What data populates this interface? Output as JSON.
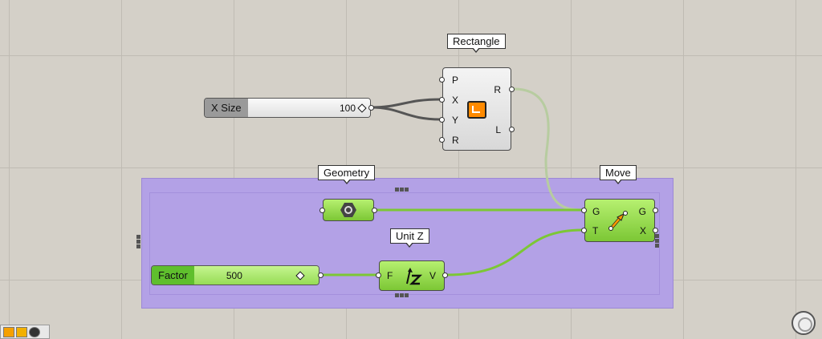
{
  "canvas": {
    "tooltips": {
      "rectangle": "Rectangle",
      "geometry": "Geometry",
      "unit_z": "Unit Z",
      "move": "Move"
    },
    "rectangle": {
      "inputs": [
        "P",
        "X",
        "Y",
        "R"
      ],
      "outputs": [
        "R",
        "L"
      ]
    },
    "x_size_slider": {
      "label": "X Size",
      "value": "100"
    },
    "factor_slider": {
      "label": "Factor",
      "value": "500"
    },
    "unit_z": {
      "input": "F",
      "output": "V"
    },
    "move": {
      "inputs": [
        "G",
        "T"
      ],
      "outputs": [
        "G",
        "X"
      ]
    },
    "colors": {
      "canvas": "#d4d0c8",
      "group": "#b3a1e6",
      "wire_active": "#7cc735",
      "wire_dark": "#555555",
      "wire_faded": "#b7cca0",
      "component_green": "#95dc50"
    }
  },
  "bottom_toolbar": {
    "icons": [
      "preview-icon",
      "wireframe-icon",
      "disabled-icon"
    ]
  }
}
